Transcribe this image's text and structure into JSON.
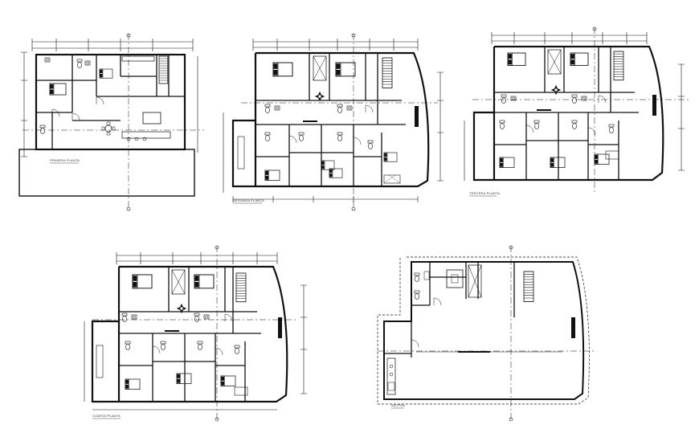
{
  "plans": [
    {
      "id": "primera",
      "label": "PRIMERA PLANTA"
    },
    {
      "id": "segunda",
      "label": "SEGUNDA PLANTA"
    },
    {
      "id": "tercera",
      "label": "TERCERA PLANTA"
    },
    {
      "id": "cuarta",
      "label": "CUARTA PLANTA"
    },
    {
      "id": "azotea",
      "label": "AZOTEA"
    }
  ],
  "colors": {
    "line": "#111111",
    "background": "#ffffff"
  }
}
